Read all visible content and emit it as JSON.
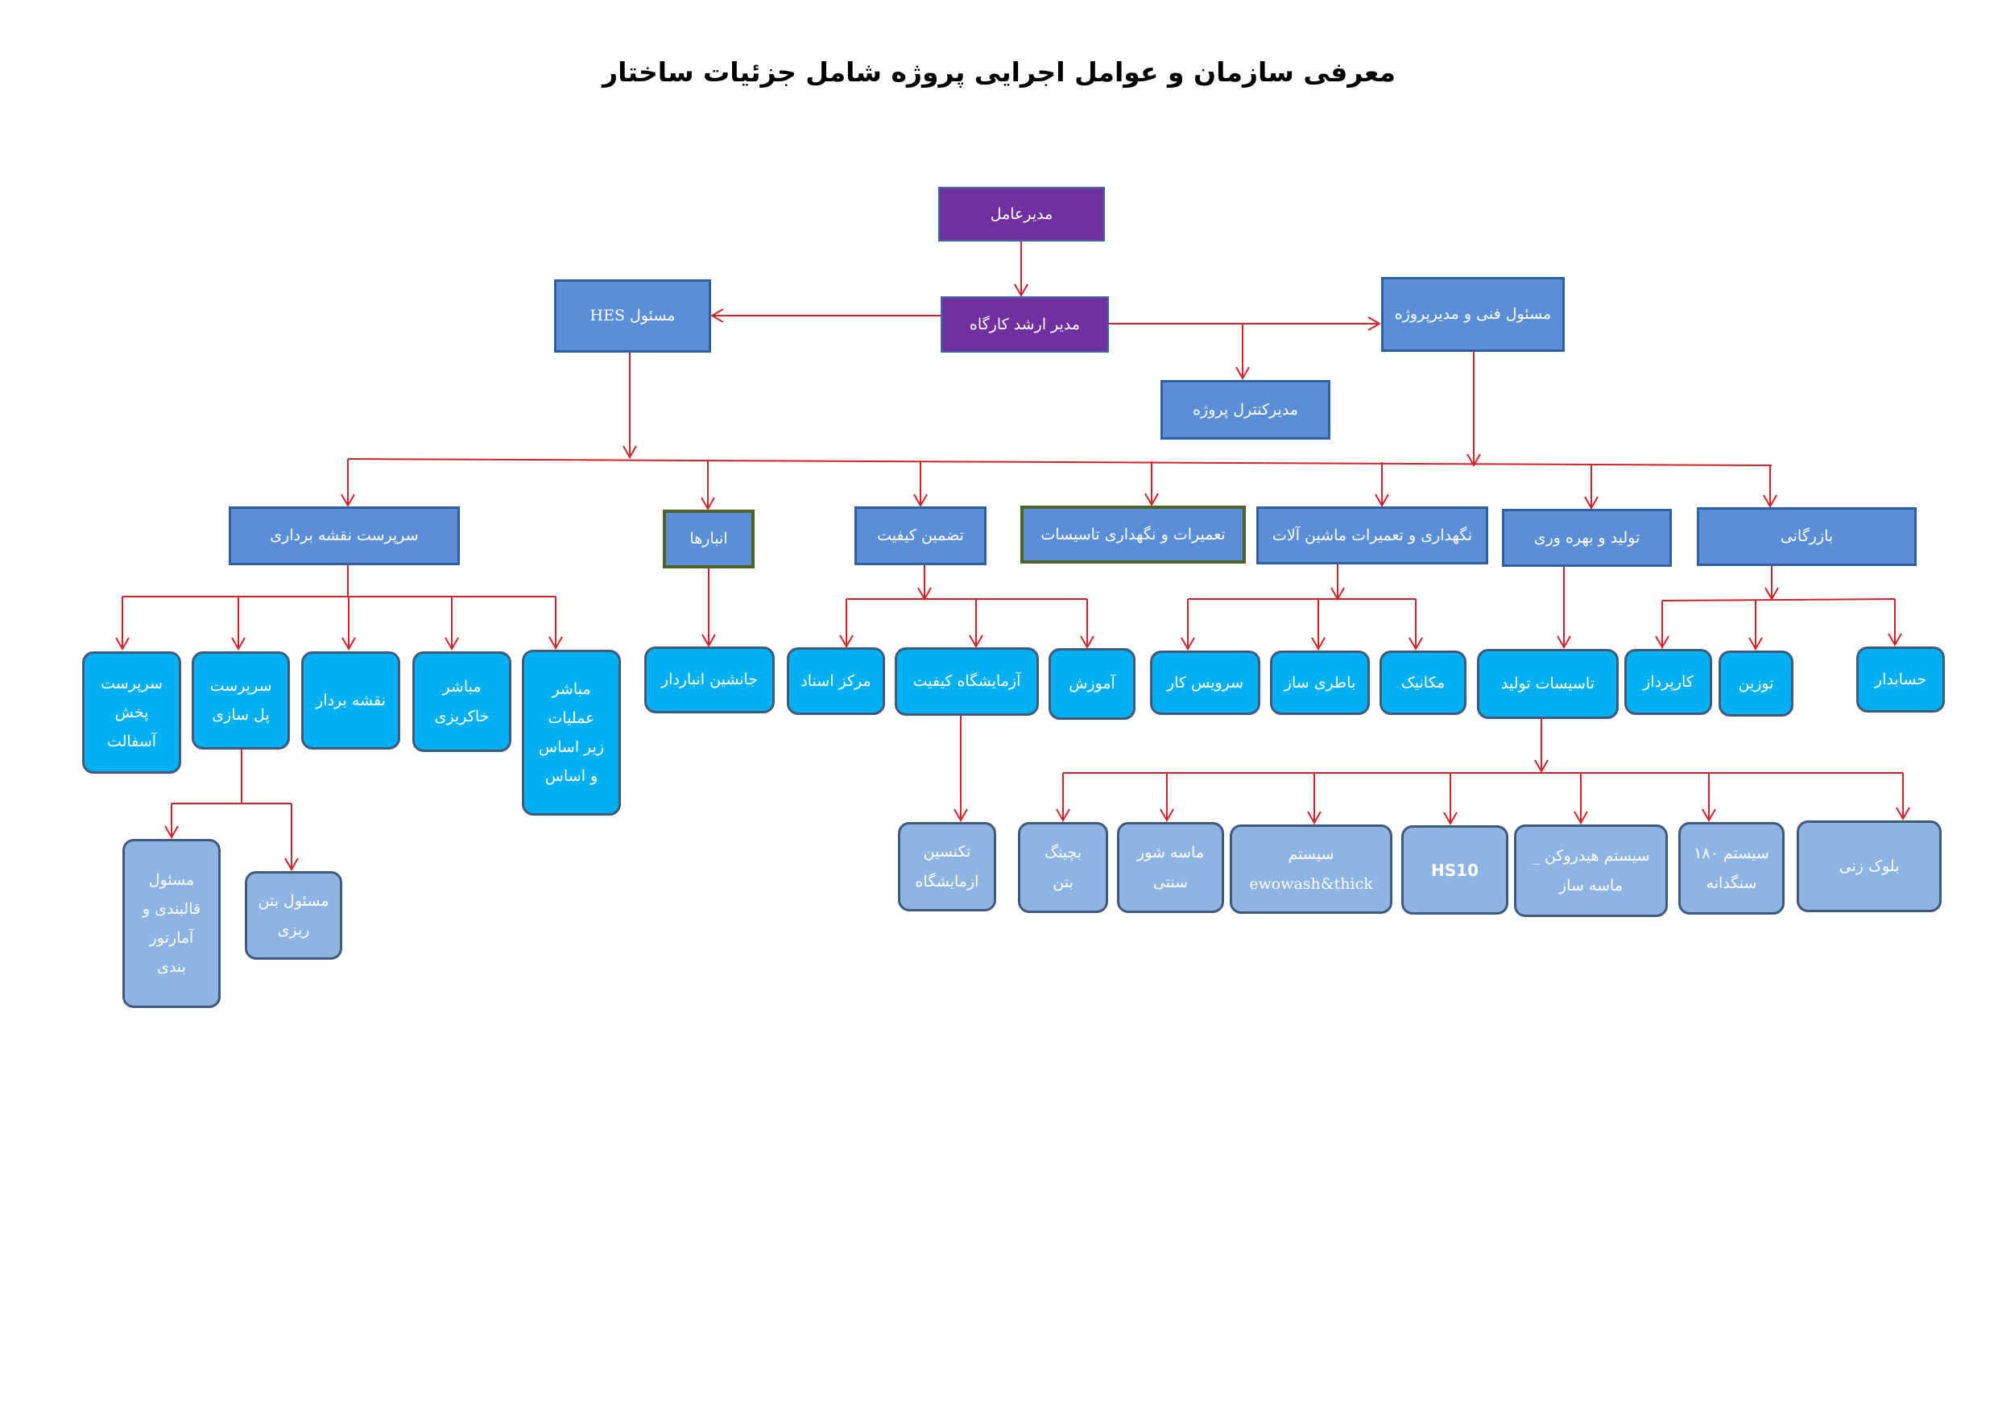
{
  "title": "معرفی سازمان و عوامل اجرایی پروژه شامل جزئیات ساختار",
  "colors": {
    "connector": "#d2232a",
    "purple_box": "#7030a0",
    "blue_box": "#5a8fd8",
    "cyan_box": "#00b0f0",
    "lavender_box": "#8eb4e3"
  },
  "nodes": {
    "ceo": "مدیرعامل",
    "senior_site_manager": "مدیر ارشد کارگاه",
    "hes_officer": "مسئول HES",
    "technical_pm": "مسئول فنی و مدیرپروژه",
    "project_control": "مدیرکنترل پروژه",
    "survey_supervisor": "سرپرست نقشه برداری",
    "warehouses": "انبارها",
    "quality_assurance": "تضمین کیفیت",
    "facility_maintenance": "تعمیرات و نگهداری تاسیسات",
    "machinery_maintenance": "نگهداری و تعمیرات ماشین آلات",
    "production_productivity": "تولید و بهره وری",
    "commerce": "بازرگانی",
    "asphalt_supervisor": "سرپرست\nپخش\nآسفالت",
    "bridge_supervisor": "سرپرست\nپل سازی",
    "surveyor": "نقشه بردار",
    "earthwork_supervisor": "مباشر\nخاکریزی",
    "subbase_supervisor": "مباشر\nعملیات\nزیر اساس\nو اساس",
    "deputy_storekeeper": "جانشین انباردار",
    "document_center": "مرکز اسناد",
    "quality_lab": "آزمایشگاه کیفیت",
    "training": "آموزش",
    "service_worker": "سرویس کار",
    "battery_maker": "باطری ساز",
    "mechanic": "مکانیک",
    "production_facilities": "تاسیسات تولید",
    "expediter": "کارپرداز",
    "weighing": "توزین",
    "accountant": "حسابدار",
    "formwork_rebar": "مسئول\nقالبندی و\nآمارتور\nبندی",
    "concreting": "مسئول بتن\nریزی",
    "lab_technician": "تکنسین\nازمایشگاه",
    "batching_plant": "بچینگ\nبتن",
    "traditional_sand_wash": "ماسه شور\nسنتی",
    "ewowash_system": "سیستم\newowash&thick",
    "hs10": "HS10",
    "hydrocone_system": "سیستم هیدروکن _\nماسه ساز",
    "crusher_180": "سیستم ۱۸۰\nسنگدانه",
    "block_making": "بلوک زنی"
  }
}
